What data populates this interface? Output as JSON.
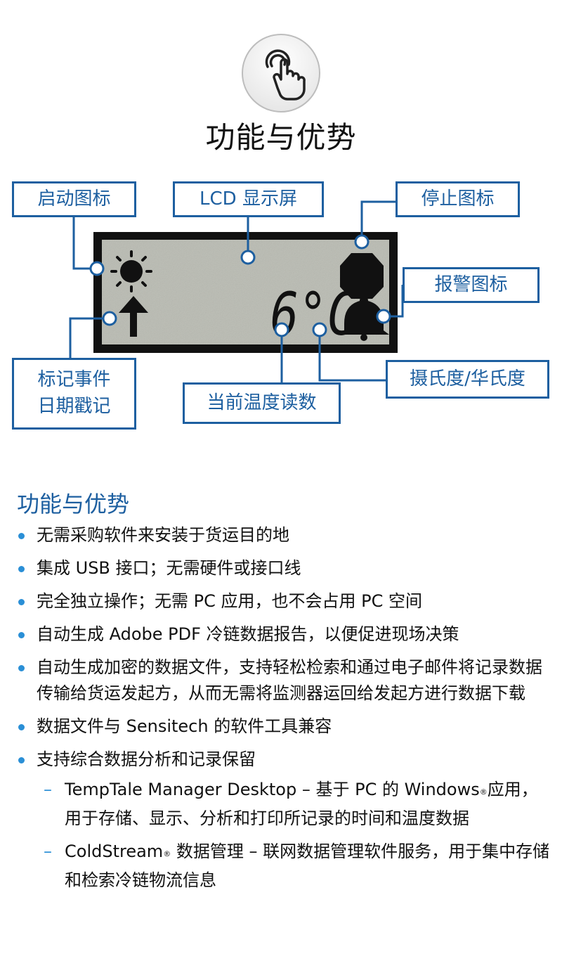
{
  "header": {
    "icon": "touch-hand-icon",
    "title": "功能与优势"
  },
  "diagram": {
    "lcd_reading": "6°C",
    "callouts": {
      "start_icon": "启动图标",
      "lcd_screen": "LCD 显示屏",
      "stop_icon": "停止图标",
      "alarm_icon": "报警图标",
      "mark_event_line1": "标记事件",
      "mark_event_line2": "日期戳记",
      "current_temp": "当前温度读数",
      "unit": "摄氏度/华氏度"
    },
    "colors": {
      "accent": "#1d5fa0",
      "lcd": "#b9bbb2",
      "lcd_frame": "#111111"
    }
  },
  "features": {
    "title": "功能与优势",
    "items": [
      "无需采购软件来安装于货运目的地",
      "集成 USB 接口；无需硬件或接口线",
      "完全独立操作；无需 PC 应用，也不会占用 PC 空间",
      "自动生成 Adobe PDF 冷链数据报告，以便促进现场决策",
      "自动生成加密的数据文件，支持轻松检索和通过电子邮件将记录数据传输给货运发起方，从而无需将监测器运回给发起方进行数据下载",
      "数据文件与 Sensitech 的软件工具兼容",
      "支持综合数据分析和记录保留"
    ],
    "subitems": [
      {
        "prefix": "TempTale Manager Desktop – 基于 PC 的 Windows",
        "reg": "®",
        "suffix": "应用，用于存储、显示、分析和打印所记录的时间和温度数据"
      },
      {
        "prefix": "ColdStream",
        "reg": "®",
        "suffix": " 数据管理 – 联网数据管理软件服务，用于集中存储和检索冷链物流信息"
      }
    ]
  }
}
